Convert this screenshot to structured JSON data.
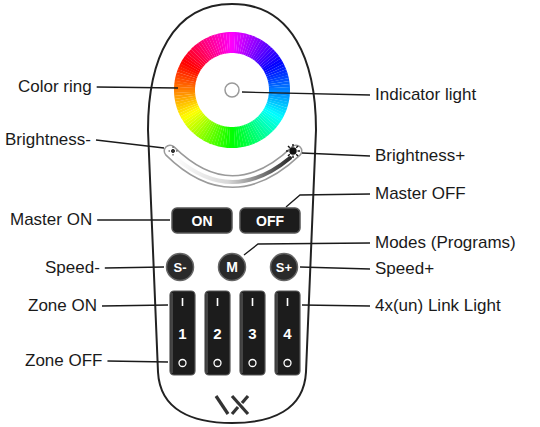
{
  "diagram": {
    "nodes": [
      {
        "text": [
          "ON"
        ]
      },
      {
        "text": [
          "OFF"
        ]
      },
      {
        "text": [
          "S-"
        ]
      },
      {
        "text": [
          "M"
        ]
      },
      {
        "text": [
          "S+"
        ]
      },
      {
        "text": [
          "1"
        ]
      },
      {
        "text": [
          "2"
        ]
      },
      {
        "text": [
          "3"
        ]
      },
      {
        "text": [
          "4"
        ]
      }
    ],
    "labels": [
      "Color ring",
      "Indicator light",
      "Brightness-",
      "Brightness+",
      "Master OFF",
      "Master ON",
      "Modes (Programs)",
      "Speed-",
      "Speed+",
      "Zone ON",
      "4x(un) Link Light",
      "Zone OFF"
    ]
  }
}
